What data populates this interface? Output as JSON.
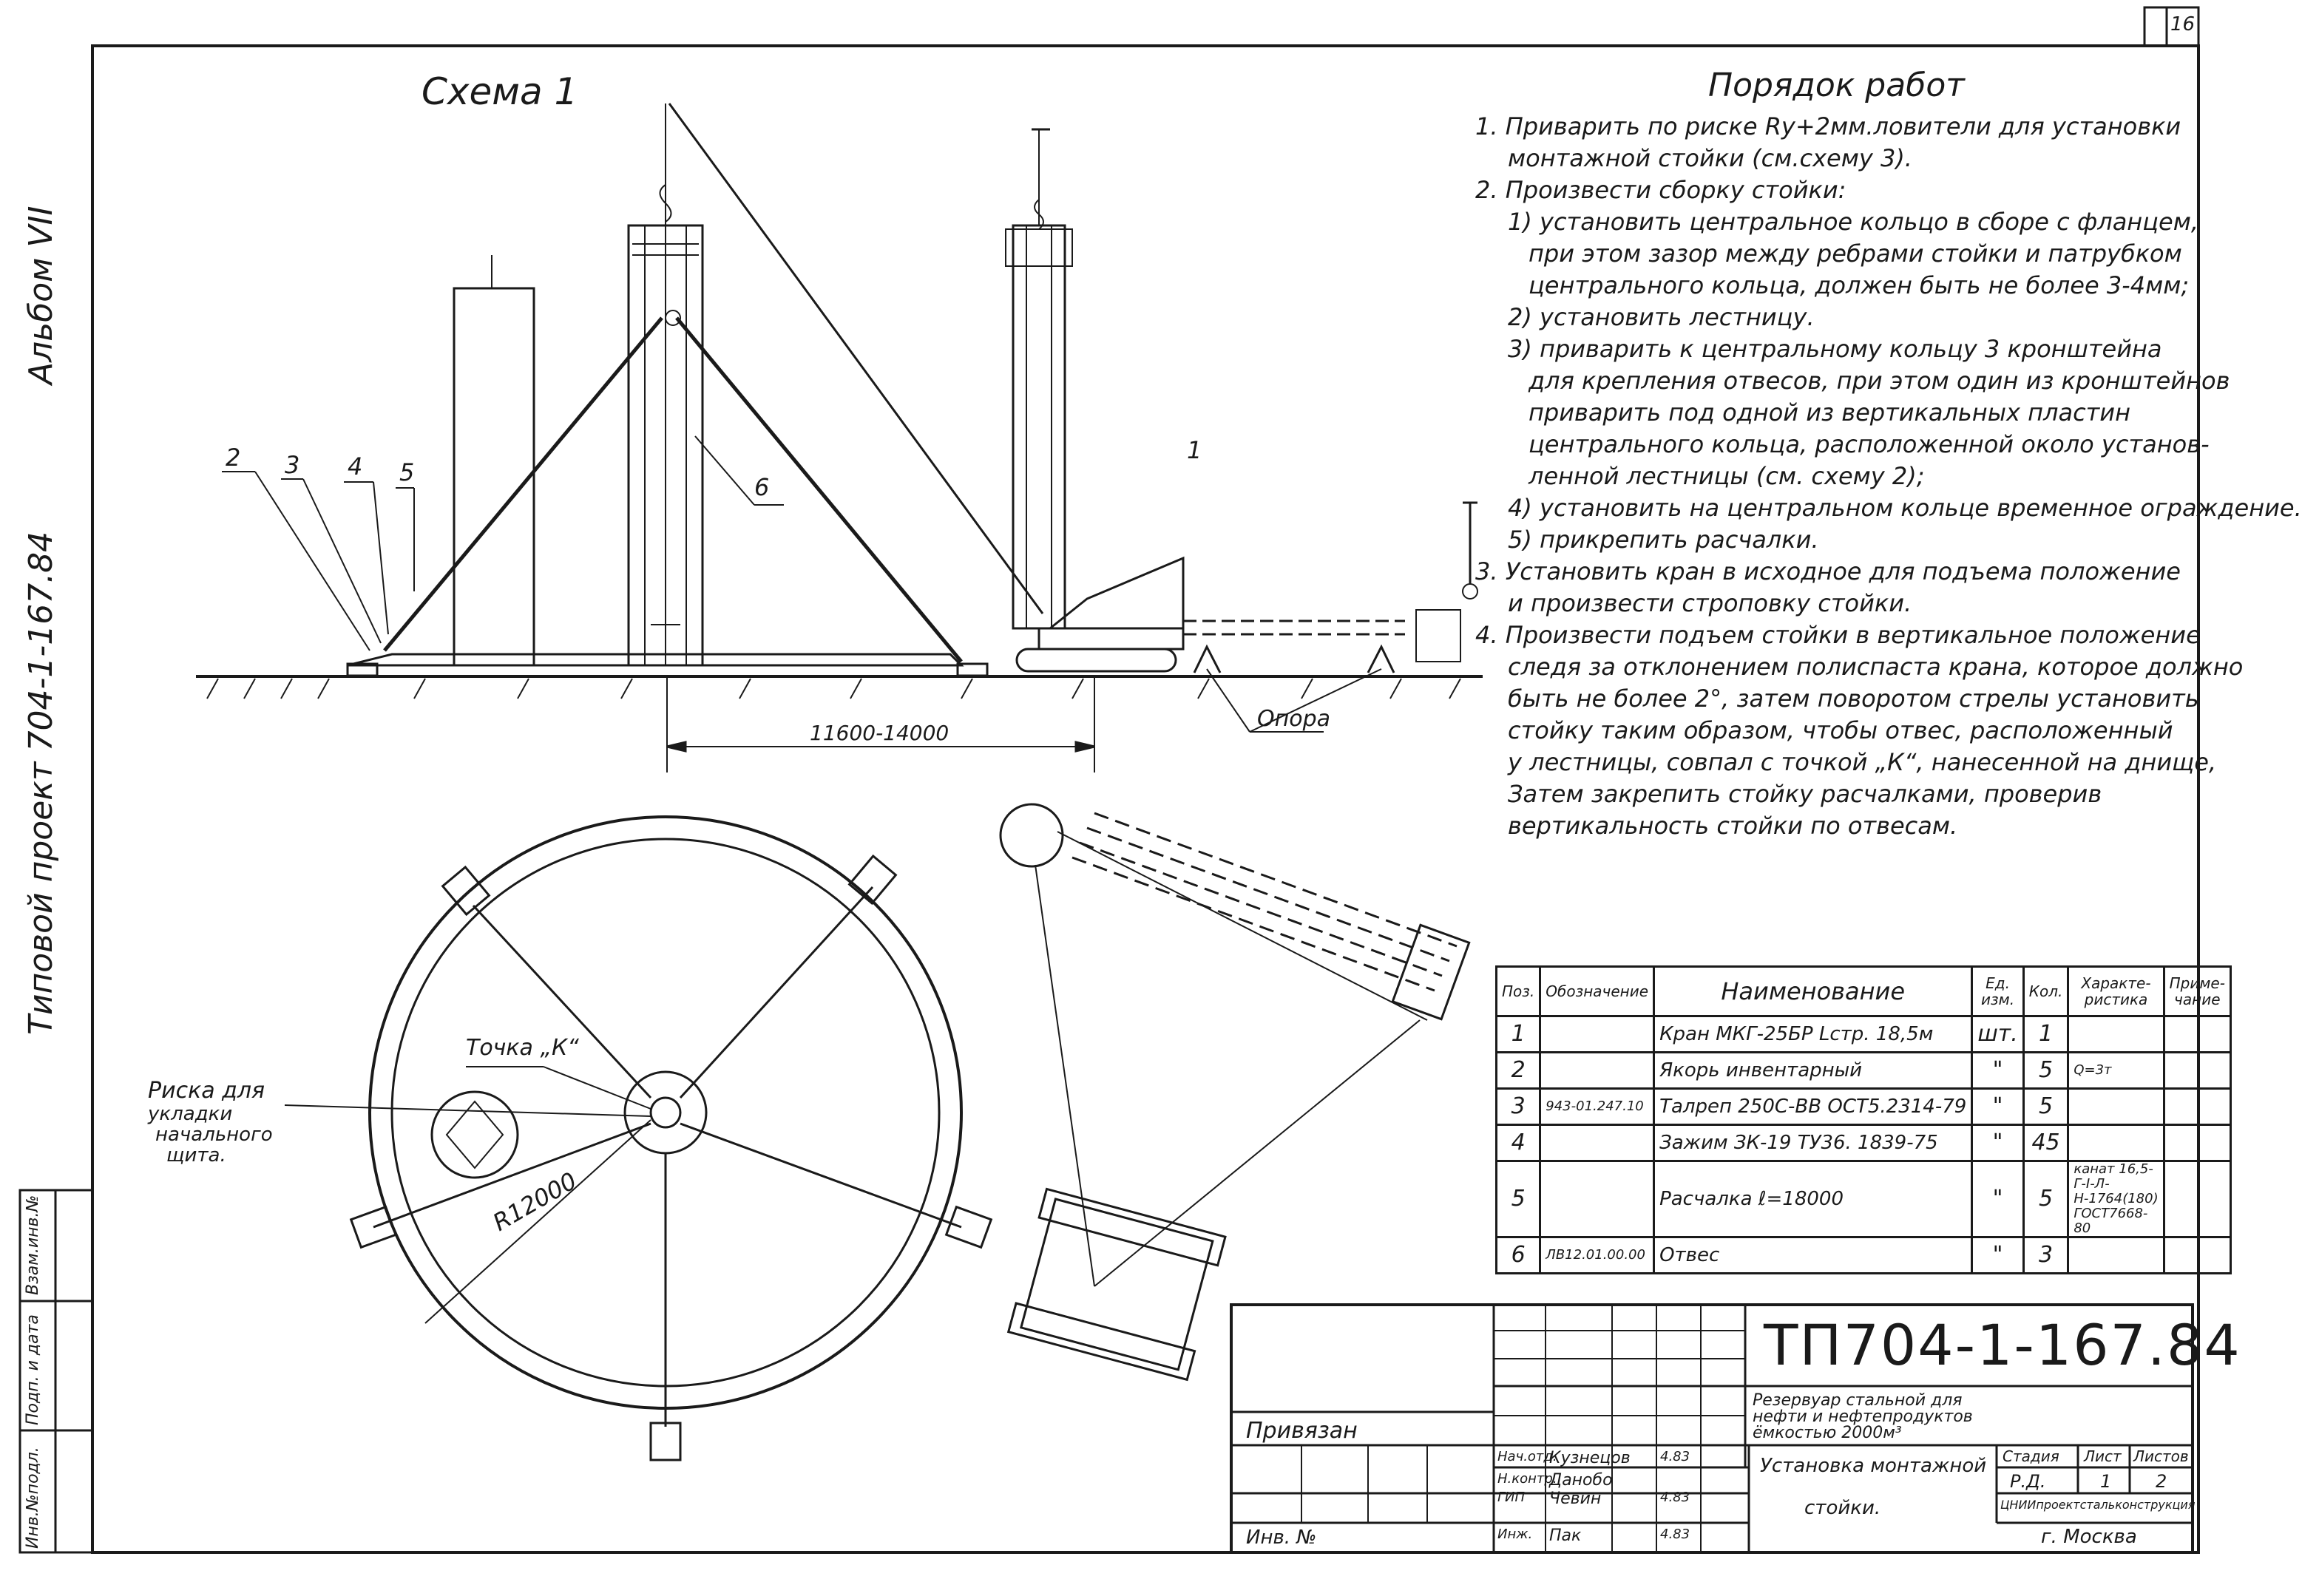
{
  "sheet": {
    "number": "16",
    "album": "Альбом VII",
    "project": "Типовой проект 704-1-167.84"
  },
  "side_table": [
    "Инв.№подл.",
    "Подп. и дата",
    "Взам.инв.№"
  ],
  "scheme": {
    "title": "Схема 1",
    "callouts": [
      "2",
      "3",
      "4",
      "5",
      "6",
      "1"
    ],
    "dimension": "11600-14000",
    "support_label": "Опора",
    "point_k": "Точка „К“",
    "radius_label": "R12000",
    "mark_label": [
      "Риска для",
      "укладки",
      "начального",
      "щита."
    ]
  },
  "work_order": {
    "title": "Порядок работ",
    "steps": [
      {
        "text": "1. Приварить по риске Rу+2мм.ловители для установки",
        "indent": 1
      },
      {
        "text": "монтажной стойки  (см.схему 3).",
        "indent": 2
      },
      {
        "text": "2. Произвести сборку стойки:",
        "indent": 1
      },
      {
        "text": "1) установить центральное кольцо в сборе с фланцем,",
        "indent": 2
      },
      {
        "text": "при этом зазор между ребрами стойки и патрубком",
        "indent": 3
      },
      {
        "text": "центрального кольца, должен быть не более 3-4мм;",
        "indent": 3
      },
      {
        "text": "2) установить лестницу.",
        "indent": 2
      },
      {
        "text": "3) приварить к центральному кольцу 3 кронштейна",
        "indent": 2
      },
      {
        "text": "для крепления отвесов, при этом один из кронштейнов",
        "indent": 3
      },
      {
        "text": "приварить под одной из вертикальных пластин",
        "indent": 3
      },
      {
        "text": "центрального кольца, расположенной около установ-",
        "indent": 3
      },
      {
        "text": "ленной лестницы  (см. схему 2);",
        "indent": 3
      },
      {
        "text": "4) установить на центральном кольце временное ограждение.",
        "indent": 2
      },
      {
        "text": "5) прикрепить  расчалки.",
        "indent": 2
      },
      {
        "text": "3. Установить кран в исходное для подъема положение",
        "indent": 1
      },
      {
        "text": "и произвести строповку стойки.",
        "indent": 2
      },
      {
        "text": "4. Произвести подъем стойки в вертикальное положение",
        "indent": 1
      },
      {
        "text": "следя за отклонением полиспаста крана, которое должно",
        "indent": 2
      },
      {
        "text": "быть не более 2°, затем поворотом стрелы установить",
        "indent": 2
      },
      {
        "text": "стойку таким образом, чтобы отвес, расположенный",
        "indent": 2
      },
      {
        "text": "у лестницы, совпал с точкой „К“, нанесенной на днище,",
        "indent": 2
      },
      {
        "text": "Затем закрепить стойку расчалками, проверив",
        "indent": 2
      },
      {
        "text": "вертикальность стойки по  отвесам.",
        "indent": 2
      }
    ]
  },
  "spec_table": {
    "headers": [
      "Поз.",
      "Обозначение",
      "Наименование",
      "Ед. изм.",
      "Кол.",
      "Характе- ристика",
      "Приме- чание"
    ],
    "rows": [
      [
        "1",
        "",
        "Кран МКГ-25БР Lстр. 18,5м",
        "шт.",
        "1",
        "",
        ""
      ],
      [
        "2",
        "",
        "Якорь инвентарный",
        "\"",
        "5",
        "Q=3т",
        ""
      ],
      [
        "3",
        "943-01.247.10",
        "Талреп 250С-ВВ ОСТ5.2314-79",
        "\"",
        "5",
        "",
        ""
      ],
      [
        "4",
        "",
        "Зажим ЗК-19 ТУ36. 1839-75",
        "\"",
        "45",
        "",
        ""
      ],
      [
        "5",
        "",
        "Расчалка  ℓ=18000",
        "\"",
        "5",
        "канат 16,5-Г-I-Л-Н-1764(180) ГОСТ7668-80",
        ""
      ],
      [
        "6",
        "ЛВ12.01.00.00",
        "Отвес",
        "\"",
        "3",
        "",
        ""
      ]
    ]
  },
  "title_block": {
    "code": "ТП704-1-167.84",
    "object": [
      "Резервуар стальной для",
      "нефти и нефтепродуктов",
      "ёмкостью 2000м³"
    ],
    "sheet_title": [
      "Установка монтажной",
      "стойки."
    ],
    "attached": "Привязан",
    "inv": "Инв. №",
    "stage_headers": [
      "Стадия",
      "Лист",
      "Листов"
    ],
    "stage_values": [
      "Р.Д.",
      "1",
      "2"
    ],
    "org": [
      "ЦНИИпроектстальконструкция",
      "г. Москва"
    ],
    "signatures": [
      [
        "Нач.отд.",
        "Кузнецов",
        "4.83"
      ],
      [
        "Н.контр.",
        "Данобо",
        ""
      ],
      [
        "ГИП",
        "Чевин",
        "4.83"
      ],
      [
        "Инж.",
        "Пак",
        "4.83"
      ]
    ]
  }
}
